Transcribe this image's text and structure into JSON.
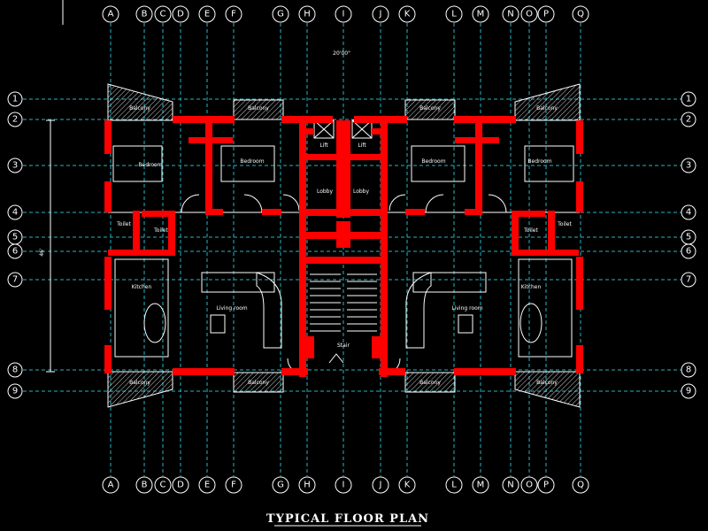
{
  "drawing": {
    "title": "TYPICAL FLOOR PLAN",
    "dimension_text": "20'00\"",
    "side_dimension_text": "46'"
  },
  "grid": {
    "columns": [
      "A",
      "B",
      "C",
      "D",
      "E",
      "F",
      "G",
      "H",
      "I",
      "J",
      "K",
      "L",
      "M",
      "N",
      "O",
      "P",
      "Q"
    ],
    "rows": [
      "1",
      "2",
      "3",
      "4",
      "5",
      "6",
      "7",
      "8",
      "9"
    ]
  },
  "rooms": {
    "balcony": "Balcony",
    "bedroom": "Bedroom",
    "kitchen": "Kitchen",
    "living_room": "Living room",
    "toilet": "Toilet",
    "lift": "Lift",
    "lobby": "Lobby",
    "stair": "Stair"
  },
  "colors": {
    "background": "#000000",
    "grid": "#27b3c4",
    "walls": "#ff0000",
    "lines": "#ffffff"
  }
}
